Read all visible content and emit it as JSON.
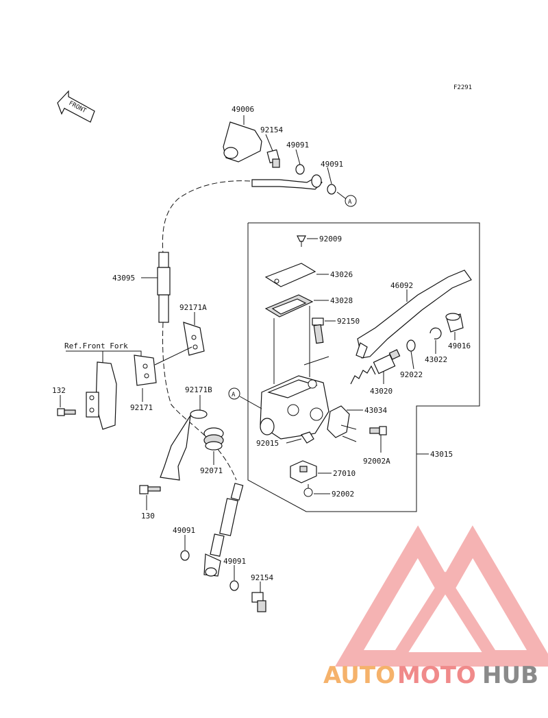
{
  "figure_code": "F2291",
  "front_arrow_label": "FRONT",
  "ref_text": "Ref.Front Fork",
  "callout_marker": "A",
  "parts": {
    "p49006": "49006",
    "p92154_top": "92154",
    "p49091_a": "49091",
    "p49091_b": "49091",
    "p92009": "92009",
    "p43026": "43026",
    "p43028": "43028",
    "p46092": "46092",
    "p92150": "92150",
    "p49016": "49016",
    "p43022": "43022",
    "p92022": "92022",
    "p43020": "43020",
    "p43034": "43034",
    "p92015": "92015",
    "p92002A": "92002A",
    "p43015": "43015",
    "p27010": "27010",
    "p92002": "92002",
    "p43095": "43095",
    "p92171A": "92171A",
    "p92171": "92171",
    "p92171B": "92171B",
    "p132": "132",
    "p92071": "92071",
    "p130": "130",
    "p49091_c": "49091",
    "p49091_d": "49091",
    "p92154_bottom": "92154"
  },
  "watermark": {
    "text_a": "AUTO",
    "text_b": "MOTO",
    "text_c": "HUB",
    "color_a": "#f5b26b",
    "color_b": "#f08a8a",
    "color_c": "#8a8a8a",
    "logo_color": "#f29a9a"
  }
}
